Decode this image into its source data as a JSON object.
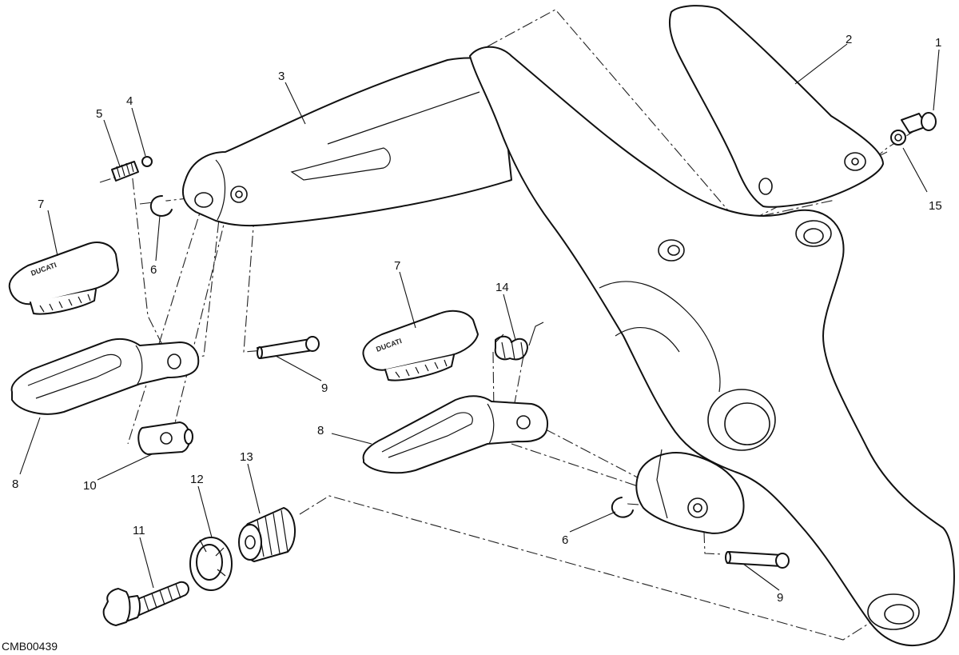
{
  "diagram": {
    "drawing_reference": "CMB00439",
    "brand_text": "DUCATI",
    "callouts": [
      {
        "id": "c1",
        "label": "1"
      },
      {
        "id": "c2",
        "label": "2"
      },
      {
        "id": "c3",
        "label": "3"
      },
      {
        "id": "c4",
        "label": "4"
      },
      {
        "id": "c5",
        "label": "5"
      },
      {
        "id": "c6a",
        "label": "6"
      },
      {
        "id": "c6b",
        "label": "6"
      },
      {
        "id": "c7a",
        "label": "7"
      },
      {
        "id": "c7b",
        "label": "7"
      },
      {
        "id": "c8a",
        "label": "8"
      },
      {
        "id": "c8b",
        "label": "8"
      },
      {
        "id": "c9a",
        "label": "9"
      },
      {
        "id": "c9b",
        "label": "9"
      },
      {
        "id": "c10",
        "label": "10"
      },
      {
        "id": "c11",
        "label": "11"
      },
      {
        "id": "c12",
        "label": "12"
      },
      {
        "id": "c13",
        "label": "13"
      },
      {
        "id": "c14",
        "label": "14"
      },
      {
        "id": "c15",
        "label": "15"
      }
    ]
  }
}
